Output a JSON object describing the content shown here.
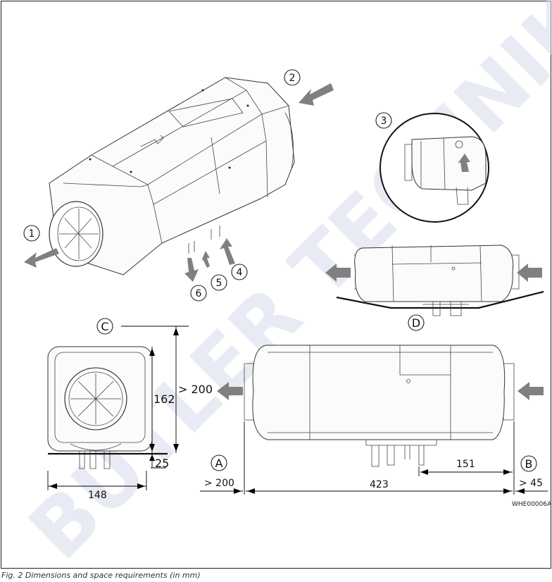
{
  "caption": "Fig. 2 Dimensions and space requirements (in mm)",
  "figure_code": "WHE00006A",
  "watermark": "BUTLER TECHNIK",
  "callouts": {
    "c1": "1",
    "c2": "2",
    "c3": "3",
    "c4": "4",
    "c5": "5",
    "c6": "6"
  },
  "view_labels": {
    "A": "A",
    "B": "B",
    "C": "C",
    "D": "D"
  },
  "dimensions": {
    "height": "162",
    "clearance_top": "> 200",
    "foot": "25",
    "width": "148",
    "clearance_left": "> 200",
    "length": "423",
    "offset": "151",
    "clearance_right": "> 45"
  },
  "colors": {
    "arrow": "#808080",
    "watermark": "#d6dcec"
  }
}
